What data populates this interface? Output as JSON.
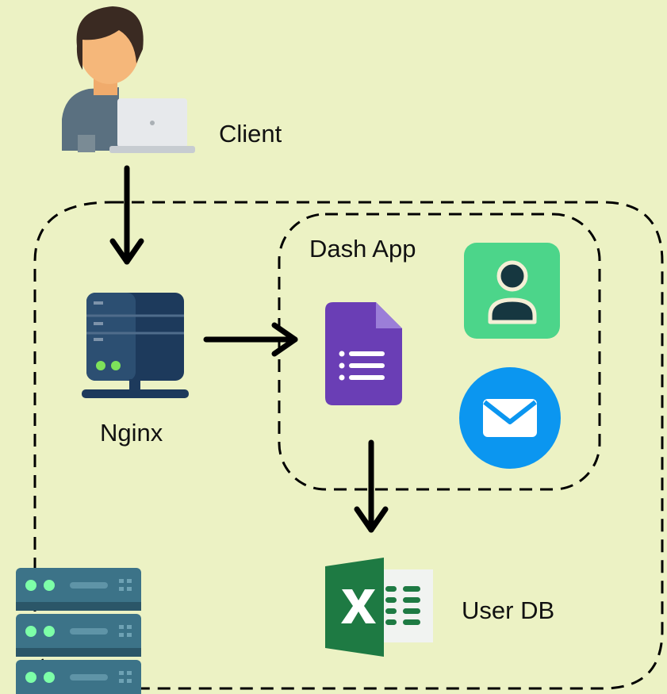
{
  "diagram": {
    "nodes": {
      "client": {
        "label": "Client",
        "icon": "person-laptop-icon"
      },
      "nginx": {
        "label": "Nginx",
        "icon": "web-server-icon"
      },
      "dash_app": {
        "label": "Dash App",
        "icon": "form-document-icon"
      },
      "user_icon": {
        "icon": "user-profile-icon"
      },
      "mail_icon": {
        "icon": "mail-icon"
      },
      "user_db": {
        "label": "User DB",
        "icon": "excel-icon"
      },
      "host": {
        "icon": "server-rack-icon"
      }
    },
    "edges": [
      {
        "from": "client",
        "to": "nginx"
      },
      {
        "from": "nginx",
        "to": "dash_app"
      },
      {
        "from": "dash_app",
        "to": "user_db"
      }
    ]
  },
  "colors": {
    "background": "#ecf2c4",
    "line": "#000000",
    "form_purple": "#6a3eb5",
    "profile_green": "#4cd58a",
    "mail_blue": "#0b96f0",
    "excel_green": "#1e7a43",
    "server_teal": "#3c7388",
    "server_navy": "#1d3a5c"
  }
}
